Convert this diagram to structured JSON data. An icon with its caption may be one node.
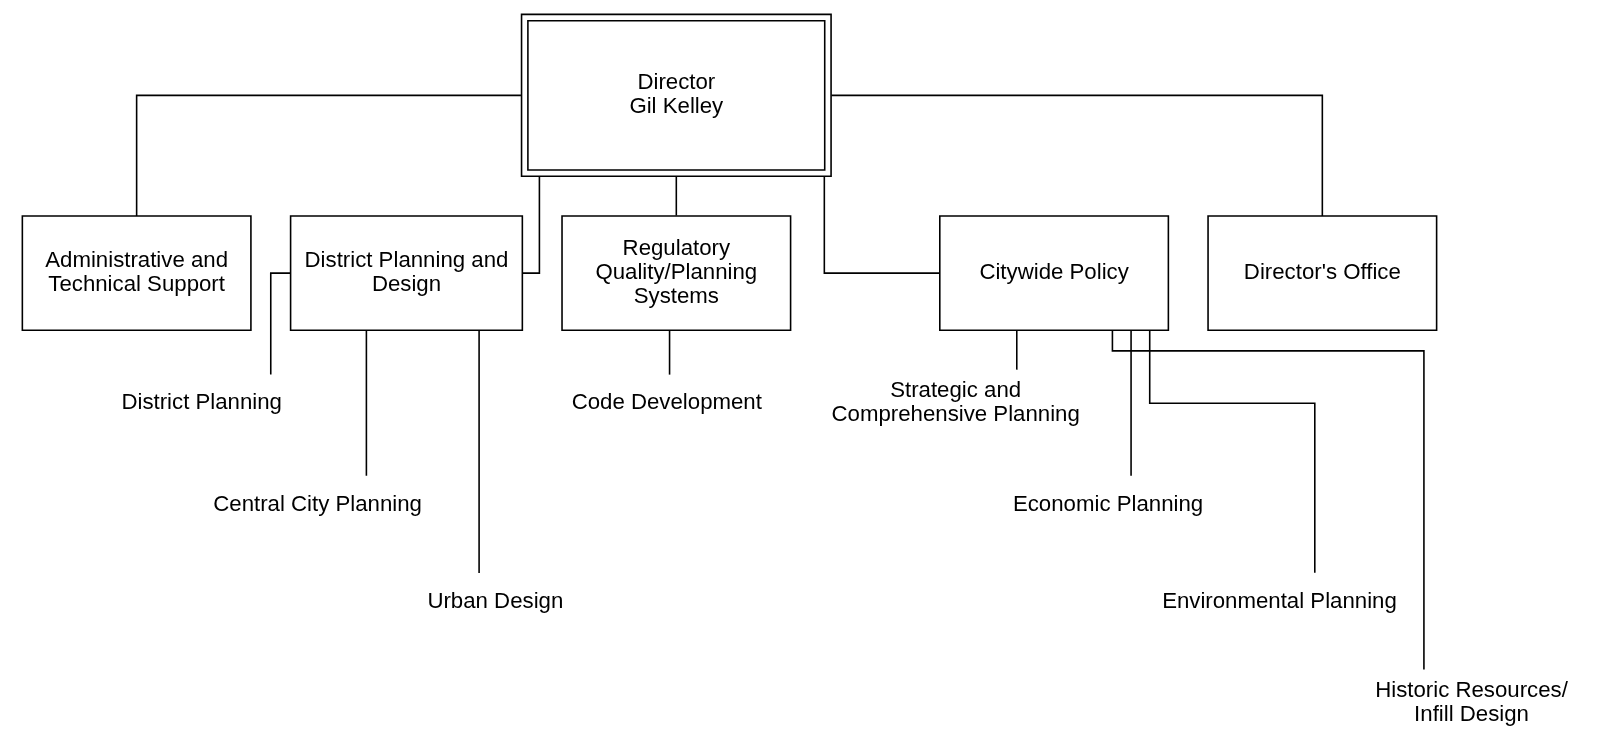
{
  "diagram": {
    "nodes": [
      {
        "text": [
          "Director",
          "Gil Kelley"
        ]
      },
      {
        "text": [
          "Administrative and Technical Support"
        ]
      },
      {
        "text": [
          "District Planning and Design"
        ]
      },
      {
        "text": [
          "Regulatory Quality/Planning Systems"
        ]
      },
      {
        "text": [
          "Citywide Policy"
        ]
      },
      {
        "text": [
          "Director's Office"
        ]
      },
      {
        "text": [
          "District Planning"
        ]
      },
      {
        "text": [
          "Central City Planning"
        ]
      },
      {
        "text": [
          "Urban Design"
        ]
      },
      {
        "text": [
          "Code Development"
        ]
      },
      {
        "text": [
          "Strategic and Comprehensive Planning"
        ]
      },
      {
        "text": [
          "Economic Planning"
        ]
      },
      {
        "text": [
          "Environmental Planning"
        ]
      },
      {
        "text": [
          "Historic Resources/ Infill Design"
        ]
      }
    ],
    "edges": [
      {
        "from": 0,
        "to": 1,
        "arrow": "none"
      },
      {
        "from": 0,
        "to": 2,
        "arrow": "none"
      },
      {
        "from": 0,
        "to": 3,
        "arrow": "none"
      },
      {
        "from": 0,
        "to": 4,
        "arrow": "none"
      },
      {
        "from": 0,
        "to": 5,
        "arrow": "none"
      },
      {
        "from": 2,
        "to": 6,
        "arrow": "none"
      },
      {
        "from": 2,
        "to": 7,
        "arrow": "none"
      },
      {
        "from": 2,
        "to": 8,
        "arrow": "none"
      },
      {
        "from": 3,
        "to": 9,
        "arrow": "none"
      },
      {
        "from": 4,
        "to": 10,
        "arrow": "none"
      },
      {
        "from": 4,
        "to": 11,
        "arrow": "none"
      },
      {
        "from": 4,
        "to": 12,
        "arrow": "none"
      },
      {
        "from": 4,
        "to": 13,
        "arrow": "none"
      }
    ]
  }
}
